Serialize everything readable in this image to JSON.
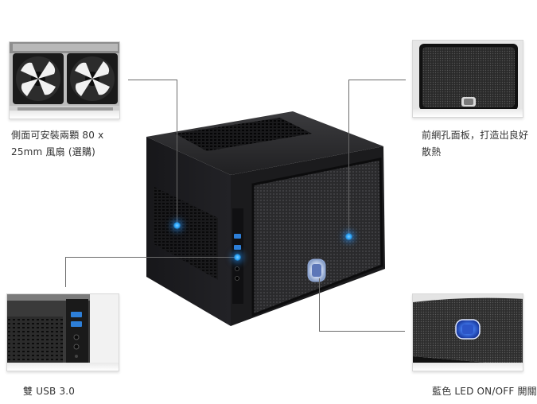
{
  "features": {
    "side_fans": {
      "caption_line1": "側面可安裝兩顆 80 x",
      "caption_line2": "25mm 風扇 (選購)"
    },
    "front_mesh": {
      "caption_line1": "前網孔面板，打造出良好",
      "caption_line2": "散熱"
    },
    "usb": {
      "caption": "雙 USB 3.0"
    },
    "led": {
      "caption": "藍色 LED ON/OFF 開關"
    }
  },
  "colors": {
    "case_body": "#1c1c1e",
    "leader_line": "#6b6b6b",
    "led_blue": "#2aa6ff",
    "logo_blue": "#3b6fe0"
  },
  "icons": {
    "fan": "fan-icon",
    "logo": "coolermaster-logo"
  }
}
